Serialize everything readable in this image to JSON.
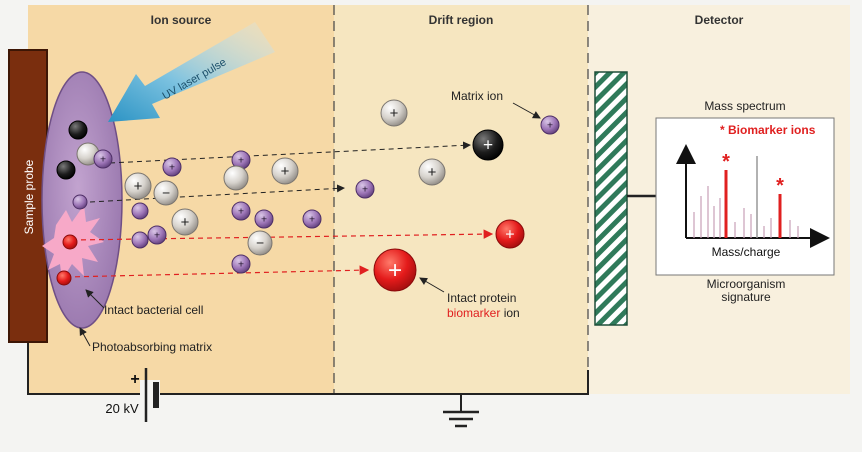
{
  "regions": {
    "ion_source": "Ion source",
    "drift": "Drift region",
    "detector": "Detector"
  },
  "labels": {
    "sample_probe": "Sample probe",
    "uv_laser": "UV laser pulse",
    "matrix_ion": "Matrix ion",
    "intact_cell": "Intact bacterial cell",
    "photoabsorbing": "Photoabsorbing matrix",
    "protein_line1": "Intact protein",
    "protein_line2": "biomarker",
    "protein_line2b": " ion",
    "voltage": "20 kV",
    "battery_plus": "+"
  },
  "spectrum": {
    "title": "Mass spectrum",
    "legend": "* Biomarker ions",
    "xlabel": "Mass/charge",
    "star": "*"
  },
  "signature": {
    "line1": "Microorganism",
    "line2": "signature"
  },
  "ion_sign": {
    "plus": "+",
    "minus": "−"
  },
  "colors": {
    "source_bg": "#f6d9a6",
    "drift_bg": "#f6e6c0",
    "detector_bg": "#f8f0de",
    "probe": "#7a2e0e",
    "cell": "#a780b6",
    "biomarker": "#e02020",
    "matrix_ion": "#9c74b6",
    "neutral_ion": "#d8d4cf",
    "laser": "#4aa8d0",
    "detector_stripe": "#2f7a5a"
  },
  "icons": [
    "ground-icon",
    "battery-icon",
    "uv-laser-arrow-icon",
    "detector-plate-icon"
  ]
}
